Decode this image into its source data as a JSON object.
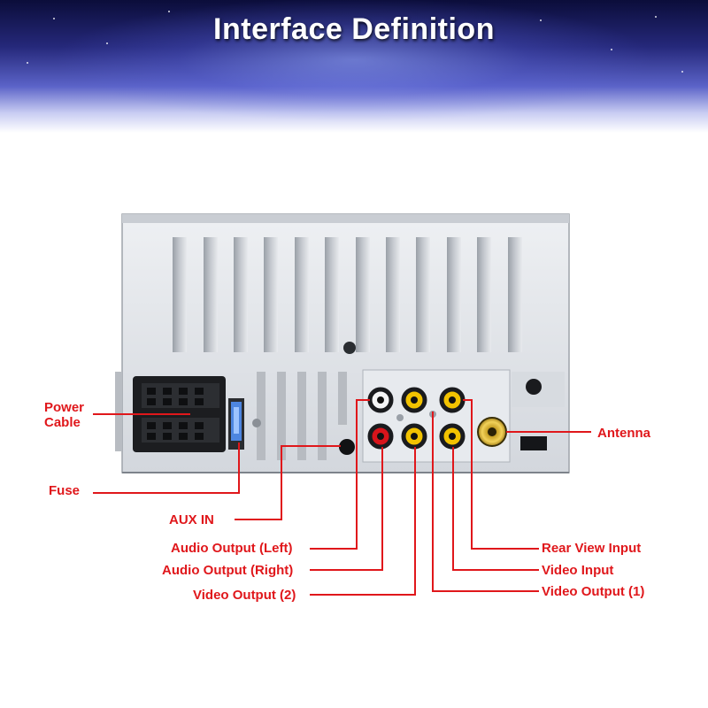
{
  "banner": {
    "title": "Interface  Definition"
  },
  "labels": {
    "power_cable": "Power\nCable",
    "fuse": "Fuse",
    "aux_in": "AUX IN",
    "audio_output_left": "Audio Output (Left)",
    "audio_output_right": "Audio Output (Right)",
    "video_output_2": "Video Output (2)",
    "antenna": "Antenna",
    "rear_view_input": "Rear View Input",
    "video_input": "Video Input",
    "video_output_1": "Video Output (1)"
  },
  "colors": {
    "label_red": "#e0171b",
    "banner_dark": "#0b0d3a",
    "panel_silver": "#dfe3e8",
    "rca_yellow": "#f2c200",
    "rca_red": "#d8141b"
  }
}
